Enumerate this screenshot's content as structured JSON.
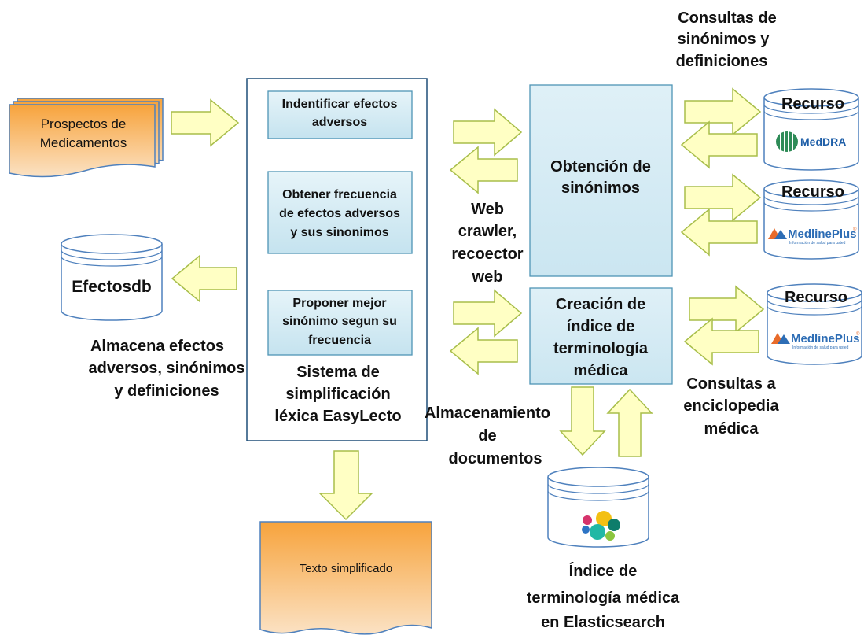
{
  "colors": {
    "arrow_fill": "#ffffc4",
    "arrow_stroke": "#a8be4a",
    "box_fill": "#d4ecf4",
    "box_stroke": "#4f94b5",
    "doc_orange_top": "#f7a33c",
    "doc_orange_bottom": "#fbe2c4",
    "cylinder_stroke": "#4f81bd",
    "system_stroke": "#1f4e79"
  },
  "input_doc": {
    "lines": [
      "Prospectos de",
      "Medicamentos"
    ]
  },
  "system": {
    "steps": [
      {
        "lines": [
          "Indentificar efectos",
          "adversos"
        ]
      },
      {
        "lines": [
          "Obtener frecuencia",
          "de efectos adversos",
          "y sus sinonimos"
        ]
      },
      {
        "lines": [
          "Proponer mejor",
          "sinónimo segun su",
          "frecuencia"
        ]
      }
    ],
    "caption": [
      "Sistema de",
      "simplificación",
      "léxica EasyLecto"
    ]
  },
  "db_local": {
    "name": "Efectosdb",
    "caption": [
      "Almacena efectos",
      "adversos, sinónimos",
      "y definiciones"
    ]
  },
  "output_doc": {
    "label": "Texto simplificado"
  },
  "web_crawler": {
    "lines": [
      "Web",
      "crawler,",
      "recoector",
      "web"
    ]
  },
  "synonyms_box": {
    "lines": [
      "Obtención de",
      "sinónimos"
    ]
  },
  "index_box": {
    "lines": [
      "Creación de",
      "índice de",
      "terminología",
      "médica"
    ]
  },
  "storage_label": {
    "lines": [
      "Almacenamiento",
      "de",
      "documentos"
    ]
  },
  "queries_top": {
    "lines": [
      "Consultas de",
      "sinónimos y",
      "definiciones"
    ]
  },
  "queries_bottom": {
    "lines": [
      "Consultas a",
      "enciclopedia",
      "médica"
    ]
  },
  "resources": [
    {
      "title": "Recurso",
      "logo": "MedDRA",
      "icon": "meddra-logo-icon"
    },
    {
      "title": "Recurso",
      "logo": "MedlinePlus",
      "tagline": "Información de salud para usted",
      "reg": "®",
      "icon": "medlineplus-logo-icon"
    },
    {
      "title": "Recurso",
      "logo": "MedlinePlus",
      "tagline": "Información de salud para usted",
      "reg": "®",
      "icon": "medlineplus-logo-icon"
    }
  ],
  "elastic": {
    "icon": "elasticsearch-logo-icon",
    "caption": [
      "Índice de",
      "terminología médica",
      "en Elasticsearch"
    ]
  }
}
